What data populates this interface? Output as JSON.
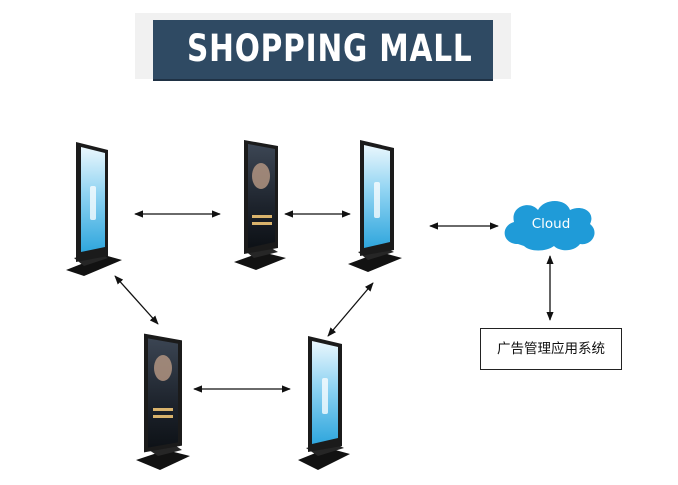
{
  "banner": {
    "title": "SHOPPING MALL"
  },
  "cloud": {
    "label": "Cloud",
    "color": "#1f9bd8"
  },
  "system": {
    "label": "广告管理应用系统"
  },
  "kiosks": [
    {
      "id": "kiosk-1",
      "screen": "blue-bottle"
    },
    {
      "id": "kiosk-2",
      "screen": "portrait-ad"
    },
    {
      "id": "kiosk-3",
      "screen": "blue-bottle"
    },
    {
      "id": "kiosk-4",
      "screen": "portrait-ad"
    },
    {
      "id": "kiosk-5",
      "screen": "blue-bottle"
    }
  ],
  "connections": [
    {
      "from": "kiosk-1",
      "to": "kiosk-2",
      "bidirectional": true
    },
    {
      "from": "kiosk-2",
      "to": "kiosk-3",
      "bidirectional": true
    },
    {
      "from": "kiosk-3",
      "to": "cloud",
      "bidirectional": true
    },
    {
      "from": "kiosk-1",
      "to": "kiosk-4",
      "bidirectional": true
    },
    {
      "from": "kiosk-3",
      "to": "kiosk-5",
      "bidirectional": true
    },
    {
      "from": "kiosk-4",
      "to": "kiosk-5",
      "bidirectional": true
    },
    {
      "from": "cloud",
      "to": "system",
      "bidirectional": true
    }
  ]
}
